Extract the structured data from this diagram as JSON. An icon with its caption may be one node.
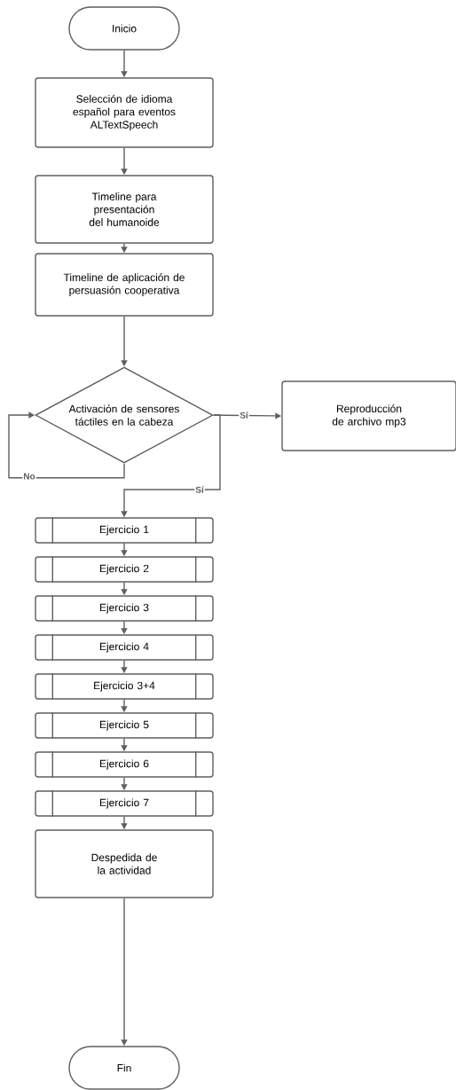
{
  "diagram": {
    "nodes": [
      {
        "text": [
          "Inicio"
        ]
      },
      {
        "text": [
          "Selección de idioma español para eventos ALTextSpeech"
        ]
      },
      {
        "text": [
          "Timeline para presentación del humanoide"
        ]
      },
      {
        "text": [
          "Timeline de aplicación de persuasión cooperativa"
        ]
      },
      {
        "text": [
          "Activación de sensores táctiles en la cabeza"
        ]
      },
      {
        "text": [
          "Reproducción de archivo mp3"
        ]
      },
      {
        "text": [
          "Ejercicio 1"
        ]
      },
      {
        "text": [
          "Ejercicio 2"
        ]
      },
      {
        "text": [
          "Ejercicio 3"
        ]
      },
      {
        "text": [
          "Ejercicio 4"
        ]
      },
      {
        "text": [
          "Ejercicio 3+4"
        ]
      },
      {
        "text": [
          "Ejercicio 5"
        ]
      },
      {
        "text": [
          "Ejercicio 6"
        ]
      },
      {
        "text": [
          "Ejercicio 7"
        ]
      },
      {
        "text": [
          "Despedida de la actividad"
        ]
      },
      {
        "text": [
          "Fin"
        ]
      }
    ],
    "edges": [
      {
        "from": 0,
        "to": 1,
        "arrow": "to"
      },
      {
        "from": 1,
        "to": 2,
        "arrow": "to"
      },
      {
        "from": 2,
        "to": 3,
        "arrow": "to"
      },
      {
        "from": 3,
        "to": 4,
        "arrow": "to"
      },
      {
        "from": 4,
        "to": 5,
        "arrow": "to",
        "label": "Sí"
      },
      {
        "from": 4,
        "to": 4,
        "arrow": "to",
        "label": "No"
      },
      {
        "from": 4,
        "to": 6,
        "arrow": "to",
        "label": "Sí"
      },
      {
        "from": 6,
        "to": 7,
        "arrow": "to"
      },
      {
        "from": 7,
        "to": 8,
        "arrow": "to"
      },
      {
        "from": 8,
        "to": 9,
        "arrow": "to"
      },
      {
        "from": 9,
        "to": 10,
        "arrow": "to"
      },
      {
        "from": 10,
        "to": 11,
        "arrow": "to"
      },
      {
        "from": 11,
        "to": 12,
        "arrow": "to"
      },
      {
        "from": 12,
        "to": 13,
        "arrow": "to"
      },
      {
        "from": 13,
        "to": 14,
        "arrow": "to"
      },
      {
        "from": 14,
        "to": 15,
        "arrow": "to"
      }
    ]
  }
}
